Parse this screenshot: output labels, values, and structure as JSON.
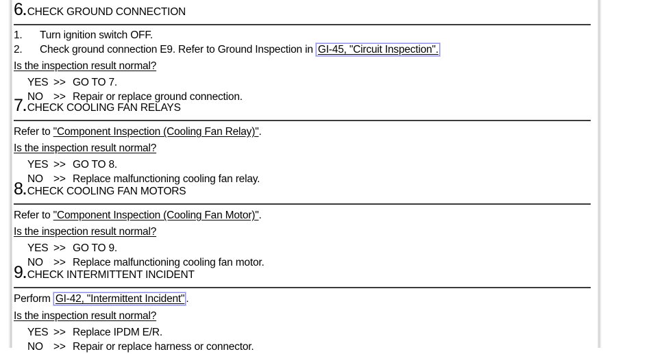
{
  "document": {
    "type": "service-manual-diagnostic-procedure"
  },
  "theme": {
    "page_background": "#ffffff",
    "text_color": "#000000",
    "rule_color": "#3a3a3a",
    "link_box_border": "#8e8ee8",
    "link_text_color": "#000000"
  },
  "steps": [
    {
      "number": "6",
      "dot": ".",
      "title": "CHECK GROUND CONNECTION",
      "list": [
        {
          "marker": "1.",
          "text": "Turn ignition switch OFF."
        },
        {
          "marker": "2.",
          "prefix": "Check ground connection E9. Refer to Ground Inspection in ",
          "link": "GI-45, \"Circuit Inspection\".",
          "link_style": "boxed",
          "suffix": ""
        }
      ],
      "question": "Is the inspection result normal?",
      "answers": [
        {
          "label": "YES",
          "arrow": ">>",
          "text": "GO TO 7."
        },
        {
          "label": "NO",
          "arrow": ">>",
          "text": "Repair or replace ground connection."
        }
      ]
    },
    {
      "number": "7",
      "dot": ".",
      "title": "CHECK COOLING FAN RELAYS",
      "refer": {
        "prefix": "Refer to ",
        "link": "\"Component Inspection (Cooling Fan Relay)\"",
        "link_style": "plain",
        "suffix": "."
      },
      "question": "Is the inspection result normal?",
      "answers": [
        {
          "label": "YES",
          "arrow": ">>",
          "text": "GO TO 8."
        },
        {
          "label": "NO",
          "arrow": ">>",
          "text": "Replace malfunctioning cooling fan relay."
        }
      ]
    },
    {
      "number": "8",
      "dot": ".",
      "title": "CHECK COOLING FAN MOTORS",
      "refer": {
        "prefix": "Refer to ",
        "link": "\"Component Inspection (Cooling Fan Motor)\"",
        "link_style": "plain",
        "suffix": "."
      },
      "question": "Is the inspection result normal?",
      "answers": [
        {
          "label": "YES",
          "arrow": ">>",
          "text": "GO TO 9."
        },
        {
          "label": "NO",
          "arrow": ">>",
          "text": "Replace malfunctioning cooling fan motor."
        }
      ]
    },
    {
      "number": "9",
      "dot": ".",
      "title": "CHECK INTERMITTENT INCIDENT",
      "refer": {
        "prefix": "Perform ",
        "link": "GI-42, \"Intermittent Incident\"",
        "link_style": "boxed",
        "suffix": "."
      },
      "question": "Is the inspection result normal?",
      "answers": [
        {
          "label": "YES",
          "arrow": ">>",
          "text": "Replace IPDM E/R."
        },
        {
          "label": "NO",
          "arrow": ">>",
          "text": "Repair or replace harness or connector."
        }
      ]
    }
  ]
}
